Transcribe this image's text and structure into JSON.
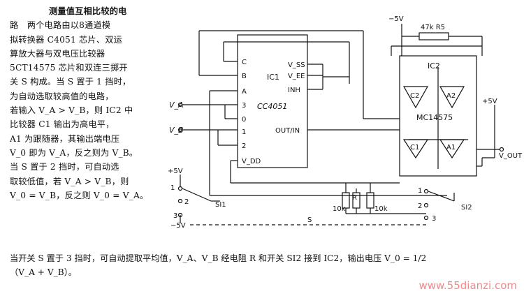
{
  "text": {
    "title": "测量值互相比较的电",
    "lines": [
      "路　两个电路由以8通道模",
      "拟转换器 C4051 芯片、双运",
      "算放大器与双电压比较器",
      "5CT14575 芯片和双连三掷开",
      "关 S 构成。当 S 置于 1 挡时，",
      "为自动选取较高值的电路，",
      "若输入 V_A > V_B，则 IC2 中",
      "比较器 C1 输出为高电平，",
      "A1 为跟随器，其输出端电压",
      "V_0 即为 V_A，反之则为 V_B。",
      "当 S 置于 2 挡时，可自动选",
      "取较低值，若 V_A > V_B，则",
      "V_0 = V_B，反之则 V_0 = V_A。"
    ],
    "bottom_lines": [
      "当开关 S 置于 3 挡时，可自动提取平均值，V_A、V_B 经电阻 R 和开关 SI2 接到 IC2，输出电压 V_0 = 1/2",
      "（V_A + V_B）。"
    ]
  },
  "diagram": {
    "ic1": {
      "name": "IC1",
      "part": "CC4051",
      "pins_left": [
        "C",
        "B",
        "A",
        "3",
        "0",
        "1",
        "2",
        "V_DD"
      ],
      "pins_right": [
        "V_SS",
        "V_EE",
        "INH",
        "OUT/IN"
      ]
    },
    "ic2": {
      "name": "IC2",
      "part": "MC14575",
      "comparators": [
        "C2",
        "C1"
      ],
      "amplifiers": [
        "A2",
        "A1"
      ]
    },
    "inputs": [
      "V_A",
      "V_B"
    ],
    "output": "V_OUT",
    "supplies": {
      "neg_top": "−5V",
      "pos_right": "+5V",
      "pos_left": "+5V",
      "neg_left": "−5V"
    },
    "feedback_resistor": "47k R5",
    "resistors": {
      "r": "R",
      "r1": "10k",
      "r2": "10k"
    },
    "switches": {
      "s11": {
        "name": "SI1",
        "positions": [
          "1",
          "2",
          "3"
        ]
      },
      "s12": {
        "name": "SI2",
        "positions": [
          "1",
          "2",
          "3"
        ]
      },
      "gang": "S"
    }
  },
  "watermark": "www.55dianzi.com"
}
